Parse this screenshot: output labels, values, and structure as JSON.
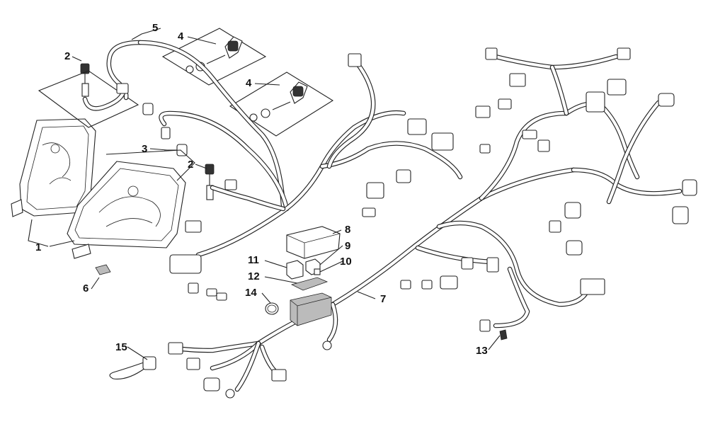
{
  "callouts": [
    {
      "id": "1",
      "label": "1"
    },
    {
      "id": "2a",
      "label": "2"
    },
    {
      "id": "2b",
      "label": "2"
    },
    {
      "id": "3",
      "label": "3"
    },
    {
      "id": "4a",
      "label": "4"
    },
    {
      "id": "4b",
      "label": "4"
    },
    {
      "id": "5",
      "label": "5"
    },
    {
      "id": "6",
      "label": "6"
    },
    {
      "id": "7",
      "label": "7"
    },
    {
      "id": "8",
      "label": "8"
    },
    {
      "id": "9",
      "label": "9"
    },
    {
      "id": "10",
      "label": "10"
    },
    {
      "id": "11",
      "label": "11"
    },
    {
      "id": "12",
      "label": "12"
    },
    {
      "id": "13",
      "label": "13"
    },
    {
      "id": "14",
      "label": "14"
    },
    {
      "id": "15",
      "label": "15"
    }
  ]
}
